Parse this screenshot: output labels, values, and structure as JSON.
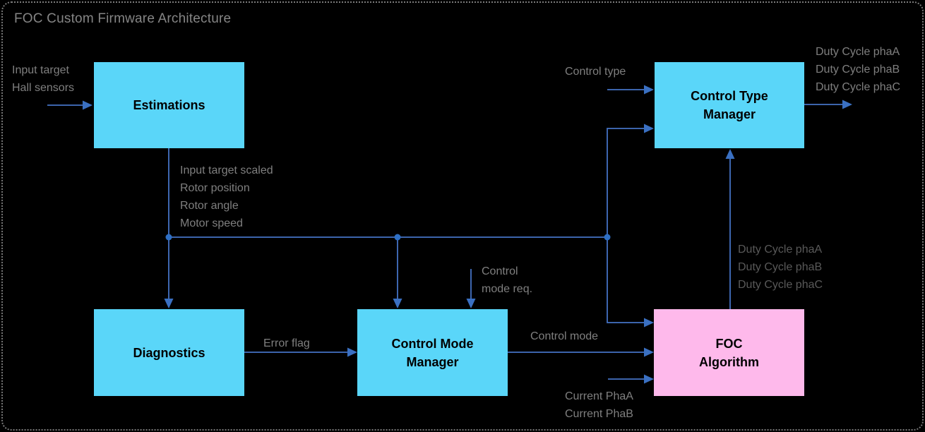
{
  "title": "FOC Custom Firmware Architecture",
  "colors": {
    "background": "#000000",
    "frame_border": "#7A7A7A",
    "block_cyan": "#5AD6F9",
    "block_pink": "#FEB9EB",
    "connector_blue": "#4472C4",
    "arrowhead_blue": "#3A70C2",
    "junction_dot_blue": "#2E6FC4",
    "label_gray": "#7F7F7F",
    "label_dark_gray": "#595959",
    "block_text": "#000000",
    "title_gray": "#858585"
  },
  "blocks": [
    {
      "name": "estimations",
      "lines": [
        "Estimations"
      ]
    },
    {
      "name": "diagnostics",
      "lines": [
        "Diagnostics"
      ]
    },
    {
      "name": "control-mode-manager",
      "lines": [
        "Control Mode",
        "Manager"
      ]
    },
    {
      "name": "control-type-manager",
      "lines": [
        "Control Type",
        "Manager"
      ]
    },
    {
      "name": "foc-algorithm",
      "lines": [
        "FOC",
        "Algorithm"
      ]
    }
  ],
  "labels": {
    "estimations_inputs": [
      "Input target",
      "Hall sensors"
    ],
    "control_type_input": "Control type",
    "duty_cycle_outputs": [
      "Duty Cycle phaA",
      "Duty Cycle phaB",
      "Duty Cycle phaC"
    ],
    "estimations_outputs": [
      "Input target scaled",
      "Rotor position",
      "Rotor angle",
      "Motor speed"
    ],
    "control_mode_req": [
      "Control",
      "mode req."
    ],
    "error_flag": "Error flag",
    "control_mode": "Control mode",
    "duty_cycle_internal": [
      "Duty Cycle phaA",
      "Duty Cycle phaB",
      "Duty Cycle phaC"
    ],
    "current_inputs": [
      "Current PhaA",
      "Current PhaB"
    ]
  }
}
